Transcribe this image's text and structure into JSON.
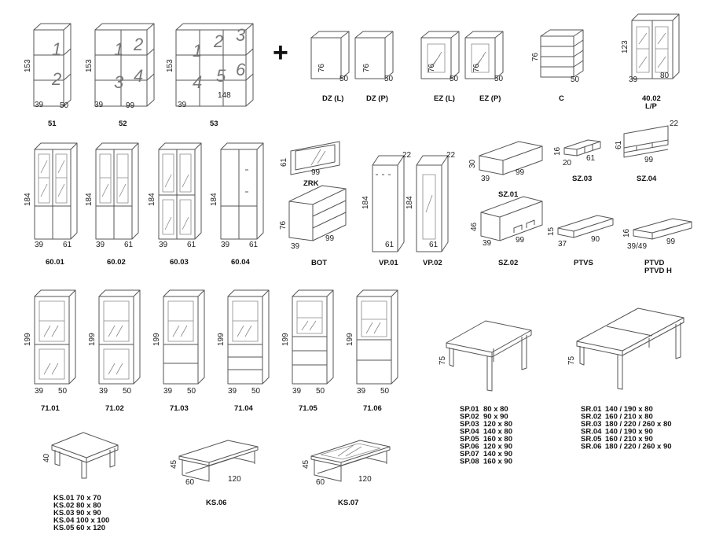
{
  "groups": {
    "shelves": [
      {
        "code": "51",
        "h": "153",
        "d": "39",
        "w": "50",
        "nums": [
          "1",
          "2"
        ]
      },
      {
        "code": "52",
        "h": "153",
        "d": "39",
        "w": "99",
        "nums": [
          "1",
          "2",
          "3",
          "4"
        ]
      },
      {
        "code": "53",
        "h": "153",
        "d": "39",
        "w": "148",
        "nums": [
          "1",
          "2",
          "3",
          "4",
          "5",
          "6"
        ]
      }
    ],
    "plus": "+",
    "doors": [
      {
        "code": "DZ (L)",
        "h": "76",
        "w": "50"
      },
      {
        "code": "DZ (P)",
        "h": "76",
        "w": "50"
      },
      {
        "code": "EZ (L)",
        "h": "76",
        "w": "50"
      },
      {
        "code": "EZ (P)",
        "h": "76",
        "w": "50"
      },
      {
        "code": "C",
        "h": "76",
        "w": "50"
      }
    ],
    "vitrine": {
      "code": "40.02",
      "code2": "L/P",
      "h": "123",
      "d": "39",
      "w": "80"
    },
    "cabinets60": [
      {
        "code": "60.01",
        "h": "184",
        "d": "39",
        "w": "61"
      },
      {
        "code": "60.02",
        "h": "184",
        "d": "39",
        "w": "61"
      },
      {
        "code": "60.03",
        "h": "184",
        "d": "39",
        "w": "61"
      },
      {
        "code": "60.04",
        "h": "184",
        "d": "39",
        "w": "61"
      }
    ],
    "mirror": {
      "code": "ZRK",
      "h": "61",
      "w": "99"
    },
    "chest": {
      "code": "BOT",
      "h": "76",
      "d": "39",
      "w": "99"
    },
    "hallstands": [
      {
        "code": "VP.01",
        "h": "184",
        "w": "61",
        "top": "22"
      },
      {
        "code": "VP.02",
        "h": "184",
        "w": "61",
        "top": "22"
      }
    ],
    "wall": [
      {
        "code": "SZ.01",
        "h": "30",
        "d": "39",
        "w": "99"
      },
      {
        "code": "SZ.03",
        "h": "16",
        "d": "20",
        "w": "61"
      },
      {
        "code": "SZ.04",
        "h": "61",
        "d": "22",
        "w": "99"
      },
      {
        "code": "SZ.02",
        "h": "46",
        "d": "39",
        "w": "99"
      }
    ],
    "tv": [
      {
        "code": "PTVS",
        "h": "15",
        "d": "37",
        "w": "90"
      },
      {
        "code": "PTVD",
        "code2": "PTVD H",
        "h": "16",
        "d": "39/49",
        "w": "99"
      }
    ],
    "cabinets71": [
      {
        "code": "71.01",
        "h": "199",
        "d": "39",
        "w": "50"
      },
      {
        "code": "71.02",
        "h": "199",
        "d": "39",
        "w": "50"
      },
      {
        "code": "71.03",
        "h": "199",
        "d": "39",
        "w": "50"
      },
      {
        "code": "71.04",
        "h": "199",
        "d": "39",
        "w": "50"
      },
      {
        "code": "71.05",
        "h": "199",
        "d": "39",
        "w": "50"
      },
      {
        "code": "71.06",
        "h": "199",
        "d": "39",
        "w": "50"
      }
    ],
    "tables": [
      {
        "h": "75",
        "rows": [
          {
            "code": "SP.01",
            "size": "80 x 80"
          },
          {
            "code": "SP.02",
            "size": "90 x 90"
          },
          {
            "code": "SP.03",
            "size": "120 x 80"
          },
          {
            "code": "SP.04",
            "size": "140 x 80"
          },
          {
            "code": "SP.05",
            "size": "160 x 80"
          },
          {
            "code": "SP.06",
            "size": "120 x 90"
          },
          {
            "code": "SP.07",
            "size": "140 x 90"
          },
          {
            "code": "SP.08",
            "size": "160 x 90"
          }
        ]
      },
      {
        "h": "75",
        "rows": [
          {
            "code": "SR.01",
            "size": "140 / 190 x 80"
          },
          {
            "code": "SR.02",
            "size": "160 / 210 x 80"
          },
          {
            "code": "SR.03",
            "size": "180 / 220 / 260 x 80"
          },
          {
            "code": "SR.04",
            "size": "140 / 190 x 90"
          },
          {
            "code": "SR.05",
            "size": "160 / 210 x 90"
          },
          {
            "code": "SR.06",
            "size": "180 / 220 / 260 x 90"
          }
        ]
      }
    ],
    "coffee": [
      {
        "h": "40",
        "rows": [
          {
            "code": "KS.01",
            "size": "70 x 70"
          },
          {
            "code": "KS.02",
            "size": "80 x 80"
          },
          {
            "code": "KS.03",
            "size": "90 x 90"
          },
          {
            "code": "KS.04",
            "size": "100 x 100"
          },
          {
            "code": "KS.05",
            "size": "60 x 120"
          }
        ]
      },
      {
        "code": "KS.06",
        "h": "45",
        "d": "60",
        "w": "120"
      },
      {
        "code": "KS.07",
        "h": "45",
        "d": "60",
        "w": "120"
      }
    ]
  }
}
